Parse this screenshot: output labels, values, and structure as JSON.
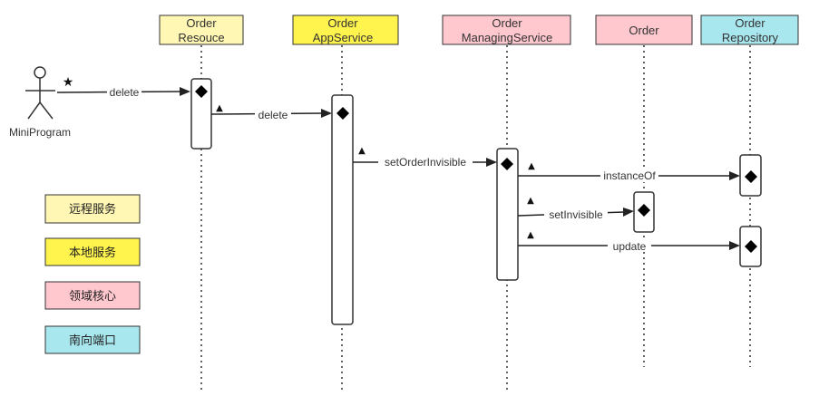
{
  "diagram": {
    "colors": {
      "remote": "#fff7b3",
      "local": "#fff34d",
      "domain": "#ffc7ce",
      "south": "#a9e7ef",
      "border": "#333333",
      "line": "#222222",
      "activation_fill": "#ffffff"
    },
    "actor": {
      "name": "MiniProgram",
      "icon": "stick-figure-icon",
      "marker": "★"
    },
    "participants": [
      {
        "id": "resource",
        "lines": [
          "Order",
          "Resouce"
        ],
        "color_key": "remote"
      },
      {
        "id": "appservice",
        "lines": [
          "Order",
          "AppService"
        ],
        "color_key": "local"
      },
      {
        "id": "managing",
        "lines": [
          "Order",
          "ManagingService"
        ],
        "color_key": "domain"
      },
      {
        "id": "order",
        "lines": [
          "Order"
        ],
        "color_key": "domain"
      },
      {
        "id": "repository",
        "lines": [
          "Order",
          "Repository"
        ],
        "color_key": "south"
      }
    ],
    "messages": [
      {
        "label": "delete",
        "from": "actor",
        "to": "resource",
        "marker": "★"
      },
      {
        "label": "delete",
        "from": "resource",
        "to": "appservice",
        "marker": "▲"
      },
      {
        "label": "setOrderInvisible",
        "from": "appservice",
        "to": "managing",
        "marker": "▲"
      },
      {
        "label": "instanceOf",
        "from": "managing",
        "to": "repository",
        "marker": "▲"
      },
      {
        "label": "setInvisible",
        "from": "managing",
        "to": "order",
        "marker": "▲"
      },
      {
        "label": "update",
        "from": "managing",
        "to": "repository",
        "marker": "▲"
      }
    ],
    "legend": [
      {
        "label": "远程服务",
        "color_key": "remote"
      },
      {
        "label": "本地服务",
        "color_key": "local"
      },
      {
        "label": "领域核心",
        "color_key": "domain"
      },
      {
        "label": "南向端口",
        "color_key": "south"
      }
    ]
  }
}
